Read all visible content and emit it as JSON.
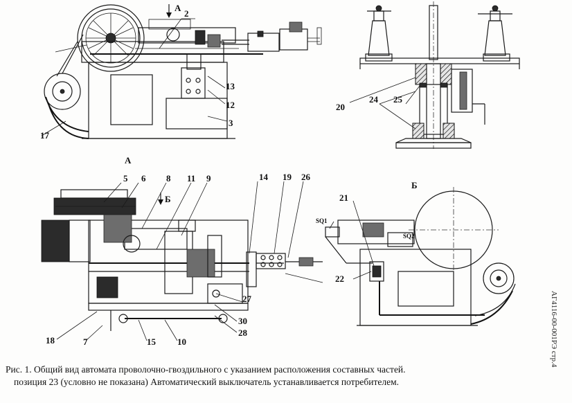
{
  "view_labels": {
    "a_top": "А",
    "a_bottom": "А",
    "b_left": "Б",
    "b_right": "Б"
  },
  "parts": {
    "p2": "2",
    "p3": "3",
    "p12": "12",
    "p13": "13",
    "p17": "17",
    "p20": "20",
    "p24": "24",
    "p25": "25",
    "p5": "5",
    "p6": "6",
    "p8": "8",
    "p11": "11",
    "p9": "9",
    "p14": "14",
    "p19": "19",
    "p26": "26",
    "p27": "27",
    "p30": "30",
    "p28": "28",
    "p10": "10",
    "p15": "15",
    "p7": "7",
    "p18": "18",
    "p21": "21",
    "p22": "22"
  },
  "switches": {
    "sq1": "SQ1",
    "sq2": "SQ2"
  },
  "caption": {
    "line1": "Рис. 1. Общий вид автомата проволочно-гвоздильного  с указанием  расположения составных частей.",
    "line2": "позиция 23 (условно не показана) Автоматический выключатель устанавливается  потребителем."
  },
  "doc_code": "АГ4116-00-001РЭ стр.4"
}
